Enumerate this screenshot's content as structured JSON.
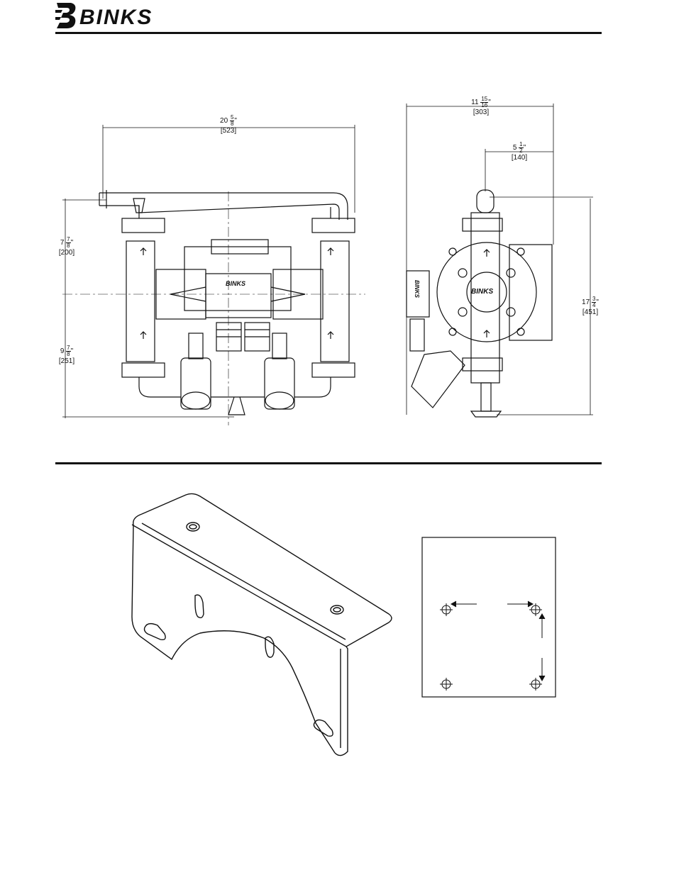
{
  "brand": {
    "name": "BINKS"
  },
  "front_view": {
    "width_dim": {
      "whole": "20",
      "num": "5",
      "den": "8",
      "unit": "\"",
      "metric": "[523]"
    },
    "upper_height_dim": {
      "whole": "7",
      "num": "7",
      "den": "8",
      "unit": "\"",
      "metric": "[200]"
    },
    "lower_height_dim": {
      "whole": "9",
      "num": "7",
      "den": "8",
      "unit": "\"",
      "metric": "[251]"
    },
    "center_label": "BINKS"
  },
  "side_view": {
    "width_dim": {
      "whole": "11",
      "num": "15",
      "den": "16",
      "unit": "\"",
      "metric": "[303]"
    },
    "offset_dim": {
      "whole": "5",
      "num": "1",
      "den": "2",
      "unit": "\"",
      "metric": "[140]"
    },
    "height_dim": {
      "whole": "17",
      "num": "3",
      "den": "4",
      "unit": "\"",
      "metric": "[451]"
    },
    "center_label": "BINKS",
    "side_label": "BINKS"
  },
  "colors": {
    "ink": "#111111",
    "paper": "#ffffff"
  }
}
